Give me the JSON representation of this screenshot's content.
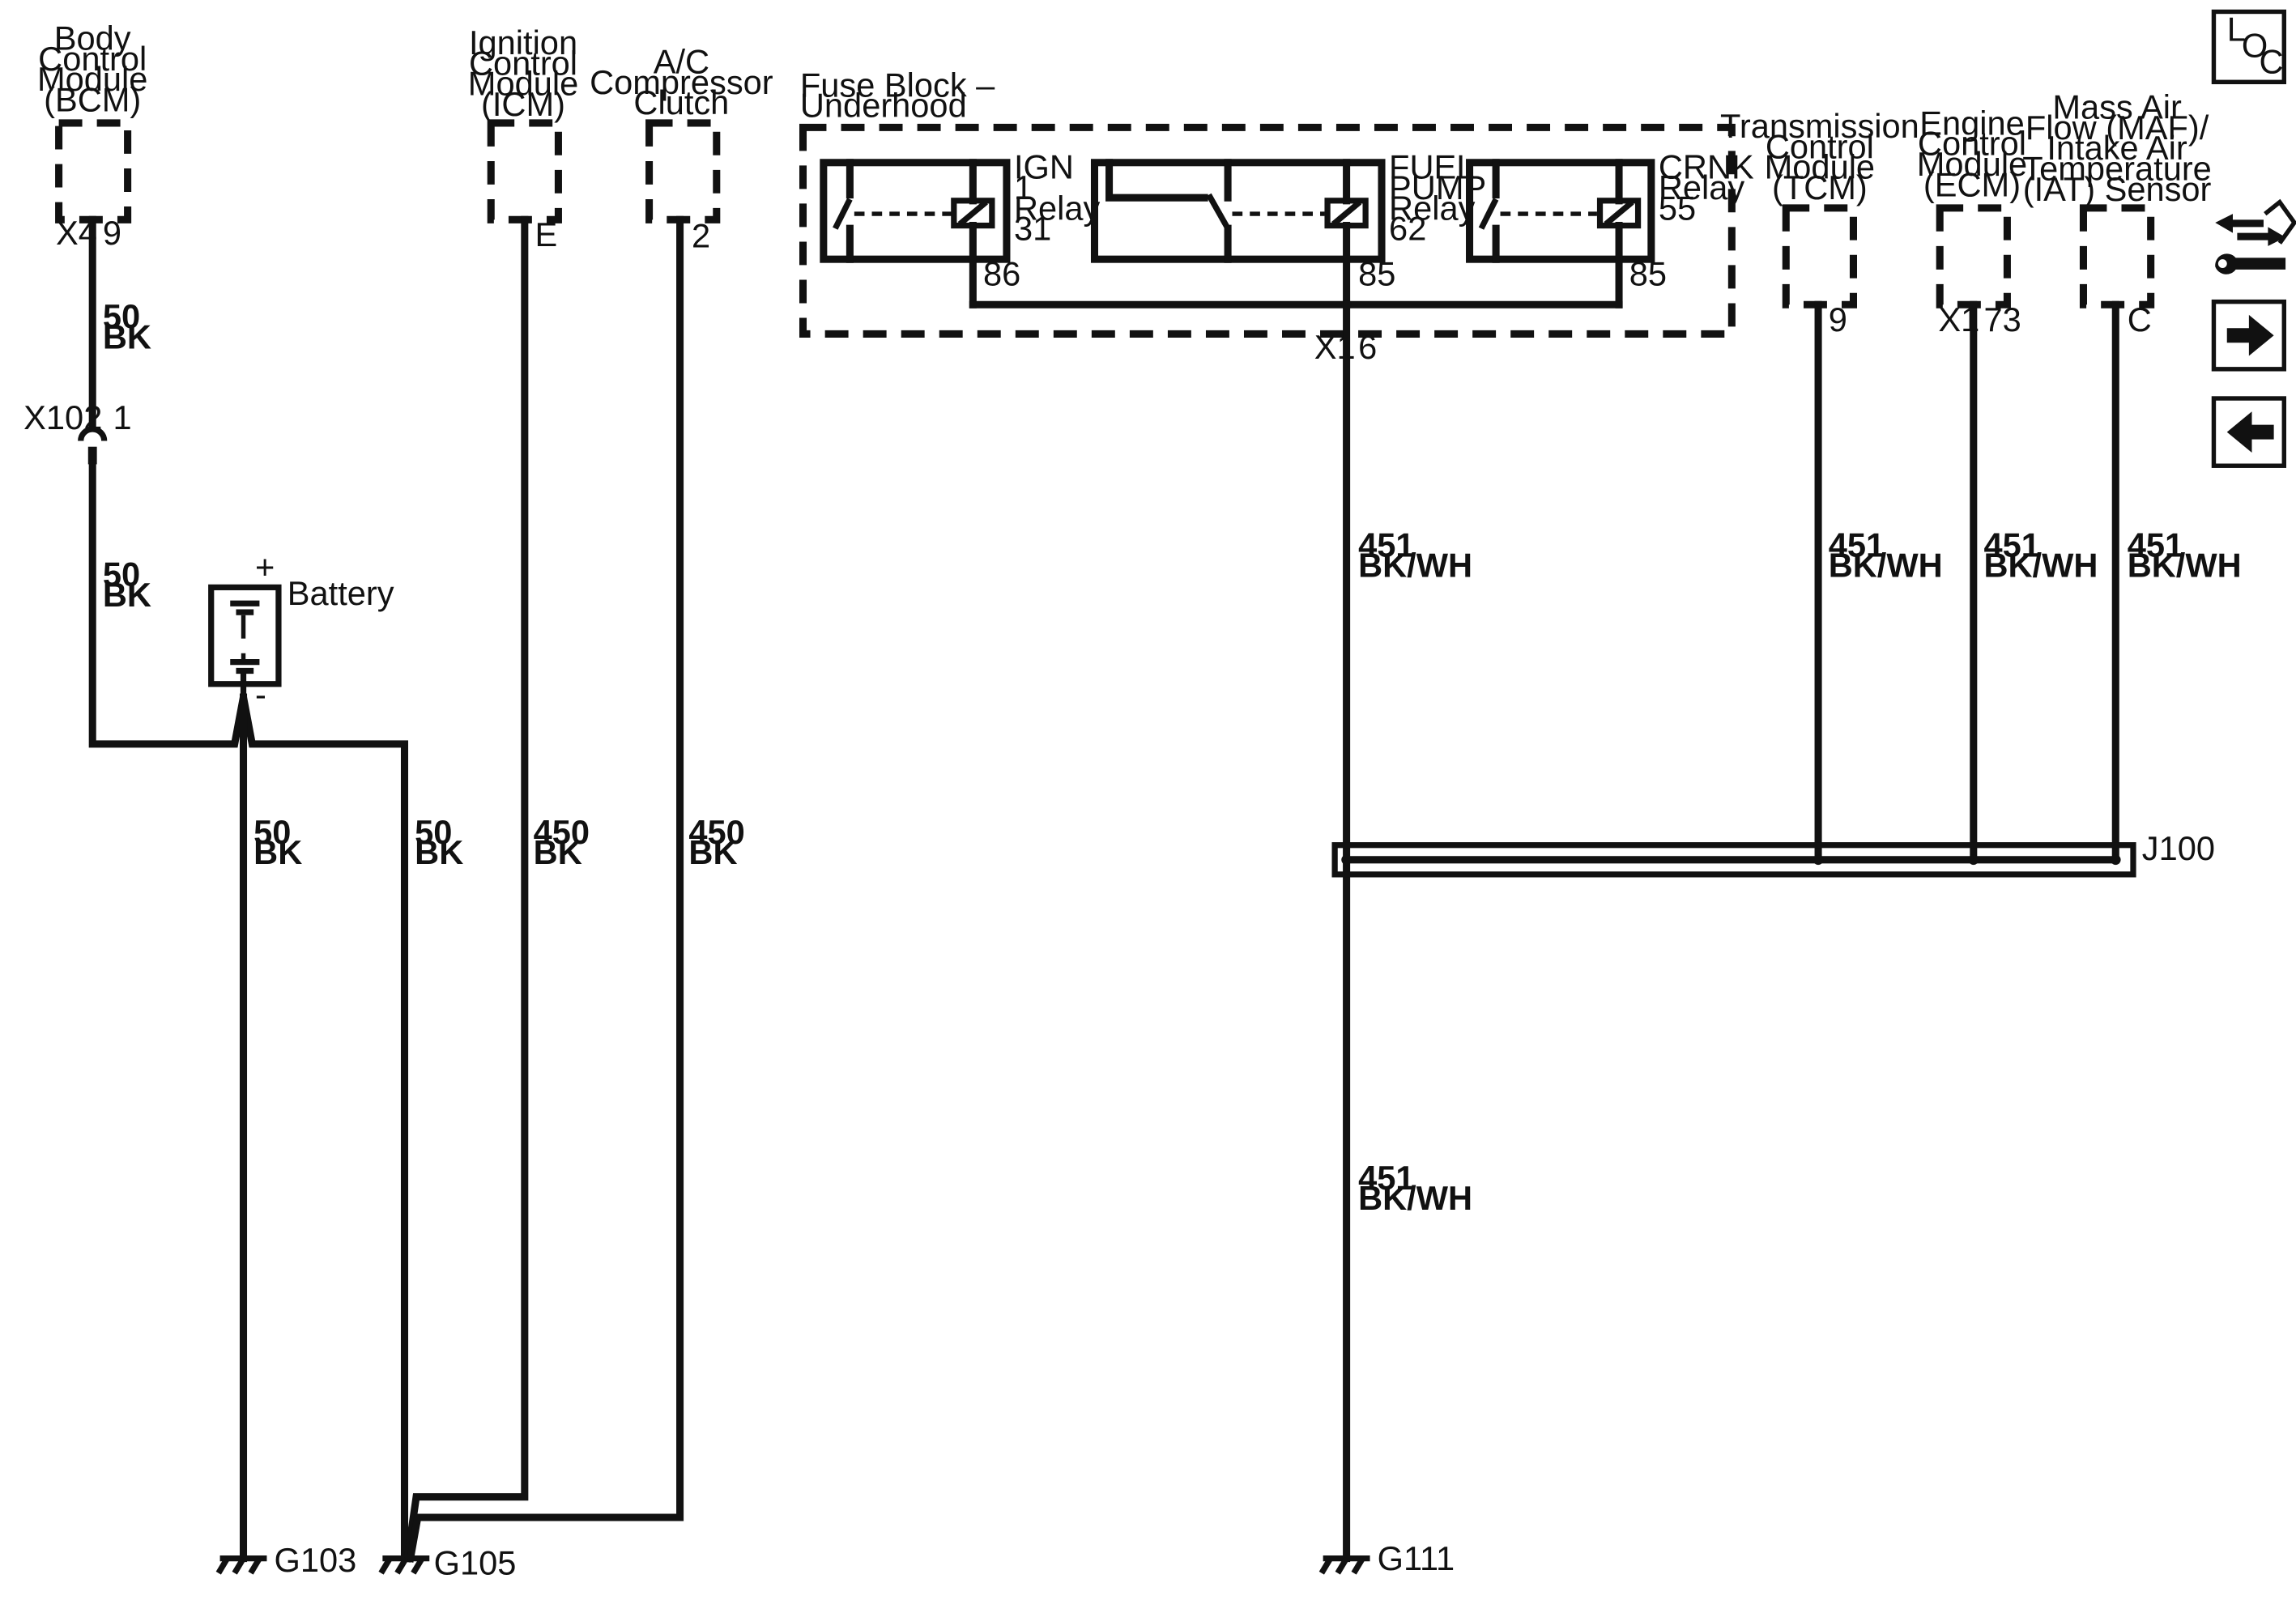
{
  "components": {
    "bcm": [
      "Body",
      "Control",
      "Module",
      "(BCM)"
    ],
    "icm": [
      "Ignition",
      "Control",
      "Module",
      "(ICM)"
    ],
    "ac": [
      "A/C",
      "Compressor",
      "Clutch"
    ],
    "fuse_block": [
      "Fuse Block –",
      "Underhood"
    ],
    "tcm": [
      "Transmission",
      "Control",
      "Module",
      "(TCM)"
    ],
    "ecm": [
      "Engine",
      "Control",
      "Module",
      "(ECM)"
    ],
    "maf": [
      "Mass Air",
      "Flow (MAF)/",
      "Intake Air",
      "Temperature",
      "(IAT) Sensor"
    ],
    "battery": "Battery"
  },
  "relays": {
    "ign": [
      "IGN",
      "1",
      "Relay",
      "31"
    ],
    "fuel": [
      "FUEL",
      "PUMP",
      "Relay",
      "62"
    ],
    "crnk": [
      "CRNK",
      "Relay",
      "55"
    ]
  },
  "pins": {
    "bcm_conn": "X4",
    "bcm_pin": "9",
    "icm_pin": "E",
    "ac_pin": "2",
    "ign_pin": "86",
    "fuel_pin": "85",
    "crnk_pin": "85",
    "fb_conn": "X1",
    "fb_pin": "6",
    "tcm_pin": "9",
    "ecm_conn": "X1",
    "ecm_pin": "73",
    "maf_pin": "C"
  },
  "connectors": {
    "x102": "X102",
    "x102_pin": "1"
  },
  "battery_polarity": {
    "plus": "+",
    "minus": "-"
  },
  "wires": {
    "w50bk": [
      "50",
      "BK"
    ],
    "w450bk": [
      "450",
      "BK"
    ],
    "w451": [
      "451",
      "BK/WH"
    ]
  },
  "splice": "J100",
  "grounds": {
    "g103": "G103",
    "g105": "G105",
    "g111": "G111"
  },
  "nav": {
    "loc": [
      "L",
      "O",
      "C"
    ]
  }
}
